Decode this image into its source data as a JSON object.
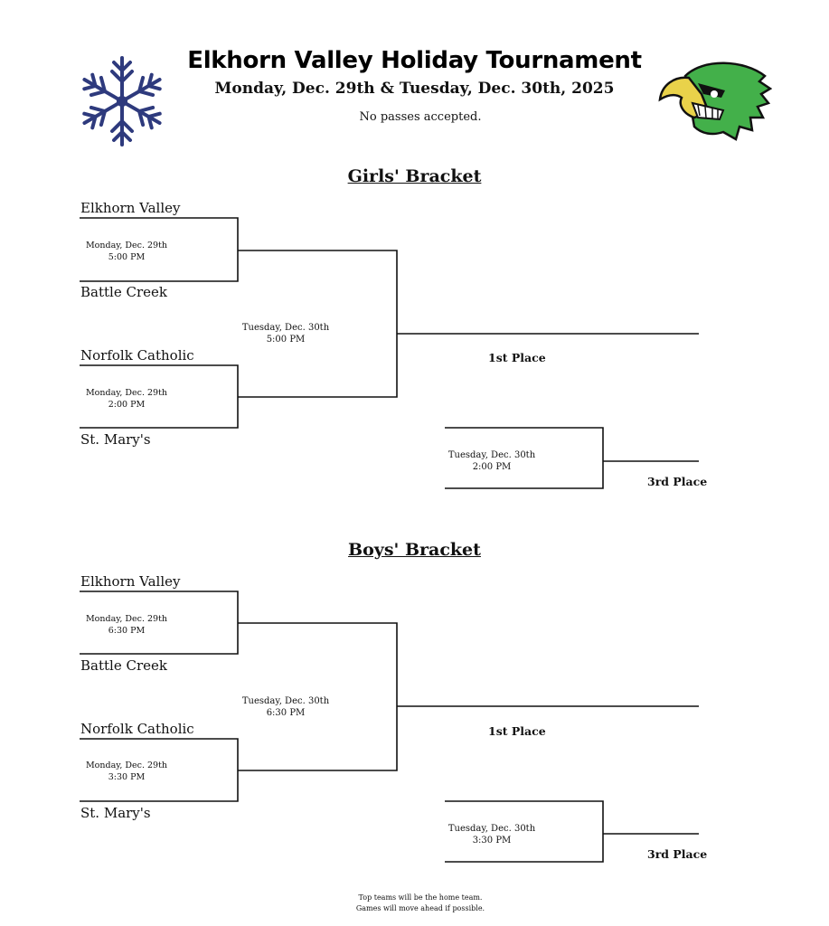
{
  "header": {
    "title": "Elkhorn Valley Holiday Tournament",
    "subtitle": "Monday, Dec. 29th & Tuesday, Dec. 30th, 2025",
    "note": "No passes accepted.",
    "left_icon": "snowflake-icon",
    "right_icon": "falcon-mascot-icon",
    "colors": {
      "snowflake": "#2e3a7d",
      "mascot_green": "#43b04a",
      "beak": "#e9d24a"
    }
  },
  "girls": {
    "title": "Girls' Bracket",
    "teams": [
      "Elkhorn Valley",
      "Battle Creek",
      "Norfolk Catholic",
      "St. Mary's"
    ],
    "game1": {
      "date": "Monday, Dec. 29th",
      "time": "5:00 PM"
    },
    "game2": {
      "date": "Monday, Dec. 29th",
      "time": "2:00 PM"
    },
    "final": {
      "date": "Tuesday, Dec. 30th",
      "time": "5:00 PM"
    },
    "consolation": {
      "date": "Tuesday, Dec. 30th",
      "time": "2:00 PM"
    },
    "first_place": "1st Place",
    "third_place": "3rd Place"
  },
  "boys": {
    "title": "Boys' Bracket",
    "teams": [
      "Elkhorn Valley",
      "Battle Creek",
      "Norfolk Catholic",
      "St. Mary's"
    ],
    "game1": {
      "date": "Monday, Dec. 29th",
      "time": "6:30 PM"
    },
    "game2": {
      "date": "Monday, Dec. 29th",
      "time": "3:30 PM"
    },
    "final": {
      "date": "Tuesday, Dec. 30th",
      "time": "6:30 PM"
    },
    "consolation": {
      "date": "Tuesday, Dec. 30th",
      "time": "3:30 PM"
    },
    "first_place": "1st Place",
    "third_place": "3rd Place"
  },
  "footer": {
    "line1": "Top teams will be the home team.",
    "line2": "Games will move ahead if possible."
  }
}
